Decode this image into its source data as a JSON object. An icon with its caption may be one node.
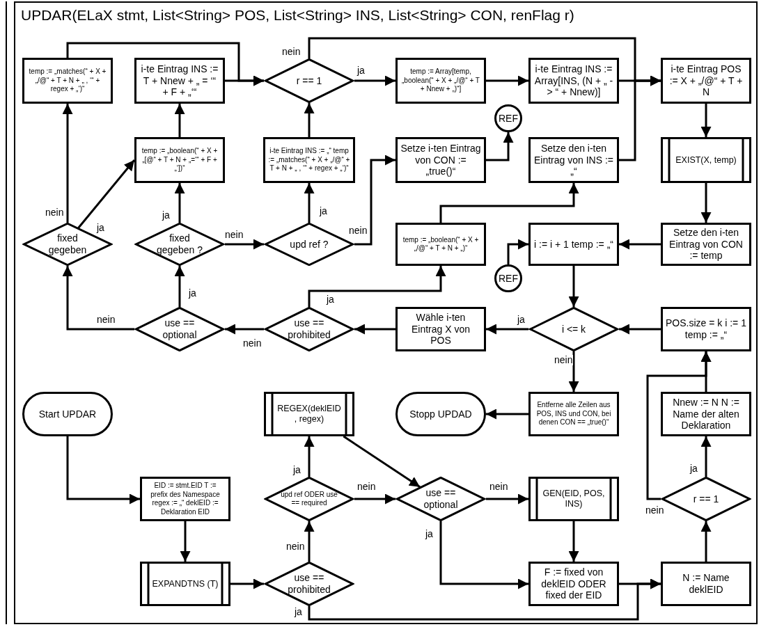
{
  "diagram": {
    "nodes": [
      {
        "text": [
          "UPDAR(ELaX stmt, List<String> POS, List<String> INS, List<String> CON, renFlag r)"
        ]
      },
      {
        "text": [
          "temp := „matches(“ + X + „/@“ + T + N + „ , ‘“ + regex + „‘)“"
        ],
        "in": 0
      },
      {
        "text": [
          "i-te Eintrag INS := T + Nnew + „ = ‘“ + F + „‘“"
        ],
        "in": 0
      },
      {
        "text": [
          "r == 1"
        ],
        "in": 0
      },
      {
        "text": [
          "temp := Array[temp, „boolean(“ + X + „/@“ + T + Nnew + „)“]"
        ],
        "in": 0
      },
      {
        "text": [
          "i-te Eintrag INS := Array[INS, (N + „ -> “ + Nnew)]"
        ],
        "in": 0
      },
      {
        "text": [
          "i-te Eintrag POS := X + „/@“ + T + N"
        ],
        "in": 0
      },
      {
        "text": [
          "temp := „boolean(“ + X + „[@“ + T + N + „=‘“ + F + „‘])“"
        ],
        "in": 0
      },
      {
        "text": [
          "i-te Eintrag INS := „“ temp := „matches(“ + X + „/@“ + T + N + „ , ‘“ + regex + „‘)“"
        ],
        "in": 0
      },
      {
        "text": [
          "REF"
        ],
        "in": 0
      },
      {
        "text": [
          "Setze i-ten Eintrag von CON := „true()“"
        ],
        "in": 0
      },
      {
        "text": [
          "Setze den i-ten Eintrag von INS := „“"
        ],
        "in": 0
      },
      {
        "text": [
          "EXIST(X, temp)"
        ],
        "in": 0
      },
      {
        "text": [
          "fixed gegeben"
        ],
        "in": 0
      },
      {
        "text": [
          "fixed gegeben ?"
        ],
        "in": 0
      },
      {
        "text": [
          "upd ref ?"
        ],
        "in": 0
      },
      {
        "text": [
          "temp := „boolean(“ + X + „/@“ + T + N + „)“"
        ],
        "in": 0
      },
      {
        "text": [
          "i := i + 1 temp := „“"
        ],
        "in": 0
      },
      {
        "text": [
          "Setze den i-ten Eintrag von CON := temp"
        ],
        "in": 0
      },
      {
        "text": [
          "REF"
        ],
        "in": 0
      },
      {
        "text": [
          "use == optional"
        ],
        "in": 0
      },
      {
        "text": [
          "use == prohibited"
        ],
        "in": 0
      },
      {
        "text": [
          "Wähle i-ten Eintrag X von POS"
        ],
        "in": 0
      },
      {
        "text": [
          "i <= k"
        ],
        "in": 0
      },
      {
        "text": [
          "POS.size = k i := 1 temp := „“"
        ],
        "in": 0
      },
      {
        "text": [
          "Start UPDAR"
        ],
        "in": 0
      },
      {
        "text": [
          "REGEX(deklEID , regex)"
        ],
        "in": 0
      },
      {
        "text": [
          "Stopp UPDAD"
        ],
        "in": 0
      },
      {
        "text": [
          "Entferne alle Zeilen aus POS, INS und CON, bei denen CON == „true()“"
        ],
        "in": 0
      },
      {
        "text": [
          "Nnew := N N := Name der alten Deklaration"
        ],
        "in": 0
      },
      {
        "text": [
          "EID := stmt.EID T := prefix des Namespace regex := „“ deklEID := Deklaration EID"
        ],
        "in": 0
      },
      {
        "text": [
          "upd ref ODER use == required"
        ],
        "in": 0
      },
      {
        "text": [
          "use == optional"
        ],
        "in": 0
      },
      {
        "text": [
          "GEN(EID, POS, INS)"
        ],
        "in": 0
      },
      {
        "text": [
          "r == 1"
        ],
        "in": 0
      },
      {
        "text": [
          "EXPANDTNS (T)"
        ],
        "in": 0
      },
      {
        "text": [
          "use == prohibited"
        ],
        "in": 0
      },
      {
        "text": [
          "F := fixed von deklEID ODER fixed der EID"
        ],
        "in": 0
      },
      {
        "text": [
          "N := Name deklEID"
        ],
        "in": 0
      }
    ],
    "edges": [
      {
        "from": 25,
        "to": 30,
        "arrow": "to"
      },
      {
        "from": 30,
        "to": 35,
        "arrow": "to"
      },
      {
        "from": 35,
        "to": 36,
        "arrow": "to"
      },
      {
        "from": 36,
        "to": 31,
        "label": "nein",
        "arrow": "to"
      },
      {
        "from": 36,
        "to": 38,
        "label": "ja",
        "arrow": "to"
      },
      {
        "from": 31,
        "to": 26,
        "label": "ja",
        "arrow": "to"
      },
      {
        "from": 31,
        "to": 32,
        "label": "nein",
        "arrow": "to"
      },
      {
        "from": 26,
        "to": 32,
        "arrow": "to"
      },
      {
        "from": 32,
        "to": 33,
        "label": "nein",
        "arrow": "to"
      },
      {
        "from": 32,
        "to": 37,
        "label": "ja",
        "arrow": "to"
      },
      {
        "from": 33,
        "to": 37,
        "arrow": "to"
      },
      {
        "from": 37,
        "to": 38,
        "arrow": "to"
      },
      {
        "from": 38,
        "to": 34,
        "arrow": "to"
      },
      {
        "from": 34,
        "to": 29,
        "label": "ja",
        "arrow": "to"
      },
      {
        "from": 34,
        "to": 24,
        "label": "nein",
        "arrow": "to"
      },
      {
        "from": 29,
        "to": 24,
        "arrow": "to"
      },
      {
        "from": 24,
        "to": 23,
        "arrow": "to"
      },
      {
        "from": 23,
        "to": 22,
        "label": "ja",
        "arrow": "to"
      },
      {
        "from": 23,
        "to": 28,
        "label": "nein",
        "arrow": "to"
      },
      {
        "from": 28,
        "to": 27,
        "arrow": "to"
      },
      {
        "from": 22,
        "to": 21,
        "arrow": "to"
      },
      {
        "from": 21,
        "to": 16,
        "label": "ja",
        "arrow": "to"
      },
      {
        "from": 21,
        "to": 20,
        "label": "nein",
        "arrow": "to"
      },
      {
        "from": 20,
        "to": 14,
        "label": "ja",
        "arrow": "to"
      },
      {
        "from": 20,
        "to": 13,
        "label": "nein",
        "arrow": "to"
      },
      {
        "from": 14,
        "to": 7,
        "label": "ja",
        "arrow": "to"
      },
      {
        "from": 14,
        "to": 15,
        "label": "nein",
        "arrow": "to"
      },
      {
        "from": 13,
        "to": 1,
        "label": "nein",
        "arrow": "to"
      },
      {
        "from": 13,
        "to": 7,
        "label": "ja",
        "arrow": "to"
      },
      {
        "from": 7,
        "to": 2,
        "arrow": "to"
      },
      {
        "from": 15,
        "to": 8,
        "label": "ja",
        "arrow": "to"
      },
      {
        "from": 15,
        "to": 10,
        "label": "nein",
        "arrow": "to"
      },
      {
        "from": 10,
        "to": 9,
        "arrow": "to"
      },
      {
        "from": 8,
        "to": 3,
        "arrow": "to"
      },
      {
        "from": 2,
        "to": 3,
        "arrow": "to"
      },
      {
        "from": 1,
        "to": 3,
        "arrow": "to"
      },
      {
        "from": 3,
        "to": 4,
        "label": "ja",
        "arrow": "to"
      },
      {
        "from": 3,
        "to": 6,
        "label": "nein",
        "arrow": "to"
      },
      {
        "from": 4,
        "to": 5,
        "arrow": "to"
      },
      {
        "from": 5,
        "to": 6,
        "arrow": "to"
      },
      {
        "from": 16,
        "to": 11,
        "arrow": "to"
      },
      {
        "from": 11,
        "to": 6,
        "arrow": "to"
      },
      {
        "from": 6,
        "to": 12,
        "arrow": "to"
      },
      {
        "from": 12,
        "to": 18,
        "arrow": "to"
      },
      {
        "from": 18,
        "to": 17,
        "arrow": "to"
      },
      {
        "from": 19,
        "to": 17,
        "arrow": "to"
      },
      {
        "from": 17,
        "to": 23,
        "arrow": "to"
      }
    ]
  }
}
